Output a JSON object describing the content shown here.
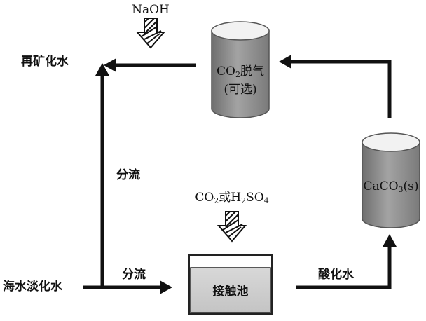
{
  "labels": {
    "naoh": "NaOH",
    "remineralized_water": "再矿化水",
    "co2_degas_co": "CO",
    "co2_degas_sub": "2",
    "co2_degas_rest": "脱气",
    "optional": "(可选)",
    "split_vertical": "分流",
    "split_horizontal": "分流",
    "desalinated_water": "海水淡化水",
    "reagent_co": "CO",
    "reagent_sub1": "2",
    "reagent_mid": "或H",
    "reagent_sub2": "2",
    "reagent_so": "SO",
    "reagent_sub3": "4",
    "contact_tank": "接触池",
    "acidified_water": "酸化水",
    "caco3_ca": "CaCO",
    "caco3_sub": "3",
    "caco3_s": "(s)"
  },
  "colors": {
    "arrow": "#111111",
    "cylinder_body": "#8a8a8a",
    "cylinder_top": "#f2f2f2",
    "tank_fill": "#d0d0d0"
  },
  "icons": {
    "naoh_input": "hatched-down-arrow-icon",
    "reagent_input": "hatched-down-arrow-icon"
  }
}
